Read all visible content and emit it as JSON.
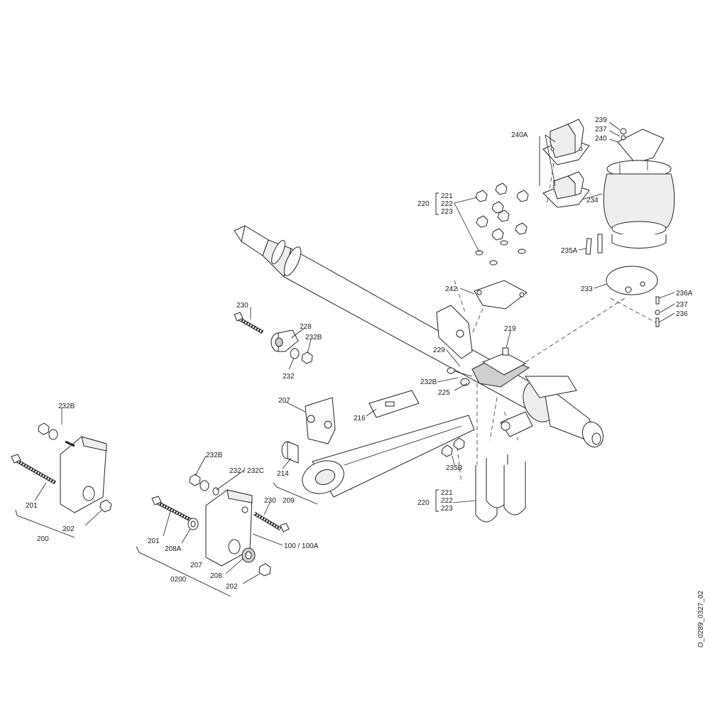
{
  "drawing_id": "O_0289_0327_02",
  "labels": {
    "l239": "239",
    "l237a": "237",
    "l240": "240",
    "l240A": "240A",
    "l221a": "221",
    "l222a": "222",
    "l223a": "223",
    "l220a": "220",
    "l234": "234",
    "l235A": "235A",
    "l233": "233",
    "l236A": "236A",
    "l237b": "237",
    "l236": "236",
    "l242": "242",
    "l230a": "230",
    "l228": "228",
    "l232Ba": "232B",
    "l232": "232",
    "l219": "219",
    "l229": "229",
    "l232Bb": "232B",
    "l225": "225",
    "l207a": "207",
    "l216": "216",
    "l232Bc": "232B",
    "l214": "214",
    "l209": "209",
    "l235B": "235B",
    "l221b": "221",
    "l222b": "222",
    "l223b": "223",
    "l220b": "220",
    "l232Bd": "232B",
    "l232_232C": "232 / 232C",
    "l230b": "230",
    "l201a": "201",
    "l202a": "202",
    "l200": "200",
    "l201b": "201",
    "l208A": "208A",
    "l207b": "207",
    "l100_100A": "100 / 100A",
    "l0200": "0200",
    "l208": "208",
    "l202b": "202"
  }
}
